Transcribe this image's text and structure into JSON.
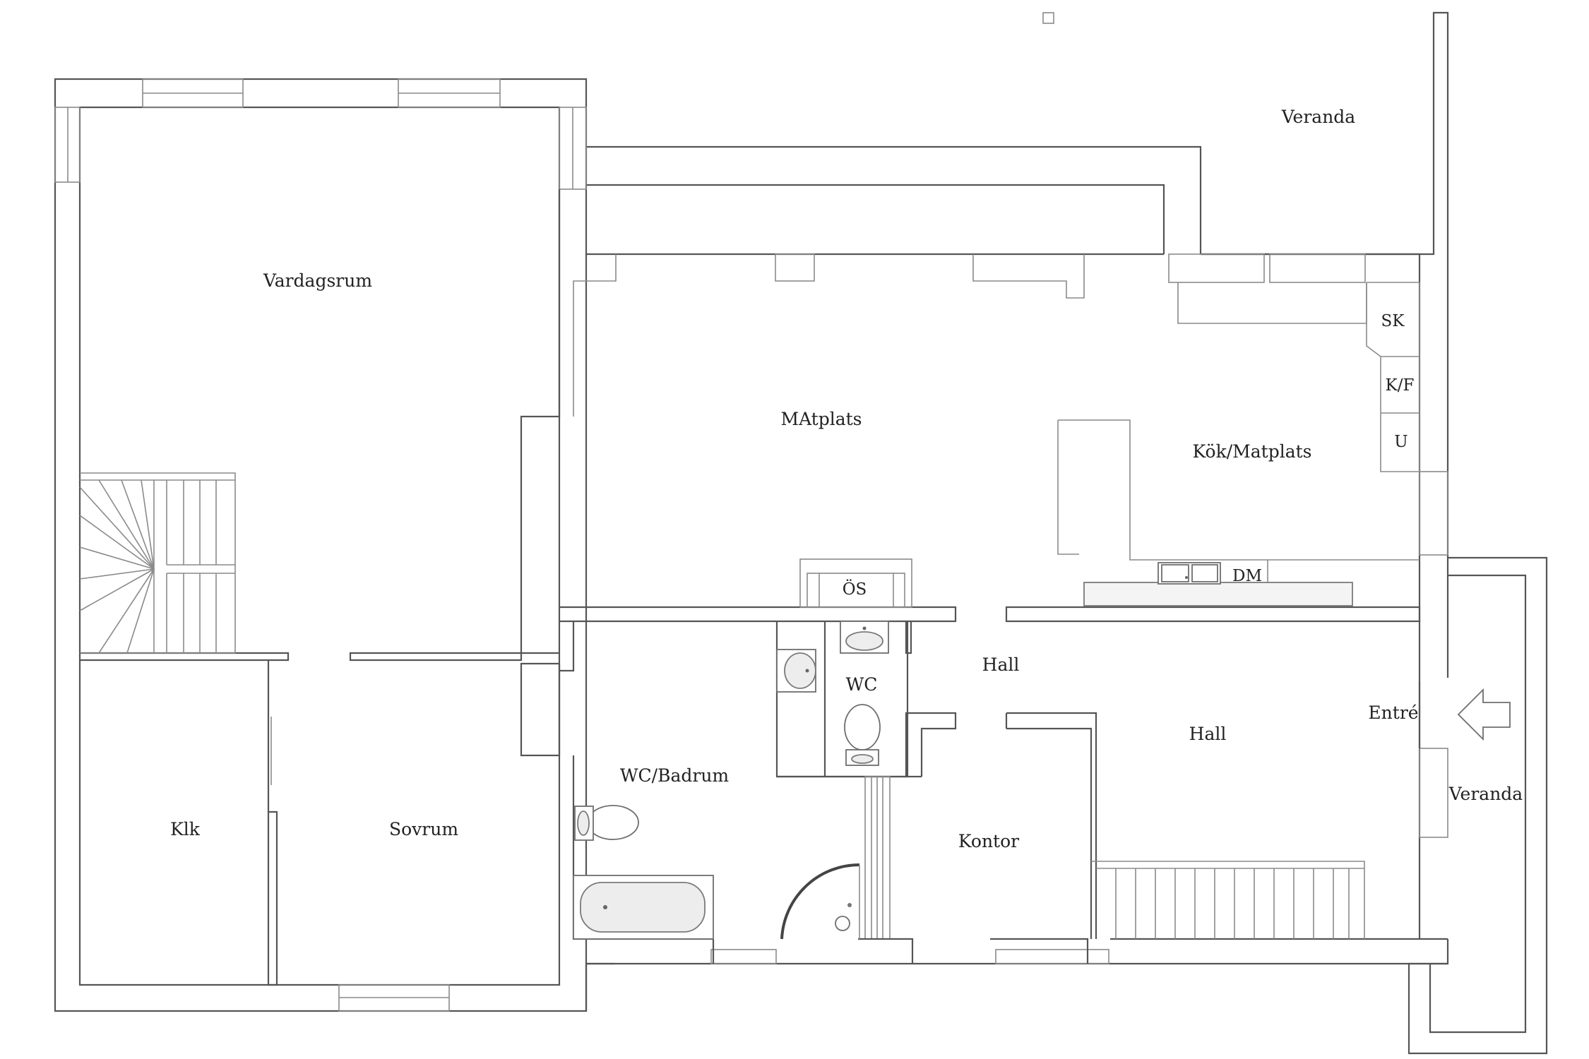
{
  "floor_plan": {
    "rooms": {
      "veranda_top": "Veranda",
      "vardagsrum": "Vardagsrum",
      "matplats": "MAtplats",
      "kok_matplats": "Kök/Matplats",
      "os": "ÖS",
      "wc": "WC",
      "hall_center": "Hall",
      "hall_right": "Hall",
      "entre": "Entré",
      "veranda_right": "Veranda",
      "wc_badrum": "WC/Badrum",
      "kontor": "Kontor",
      "klk": "Klk",
      "sovrum": "Sovrum"
    },
    "appliances": {
      "sk": "SK",
      "kf": "K/F",
      "u": "U",
      "dm": "DM"
    },
    "icons": [
      "entrance-arrow-icon",
      "bathtub-icon",
      "toilet-icon",
      "washbasin-icon",
      "sink-icon",
      "shower-icon",
      "staircase-icon"
    ],
    "colors": {
      "line": "#555555",
      "background": "#ffffff"
    }
  }
}
